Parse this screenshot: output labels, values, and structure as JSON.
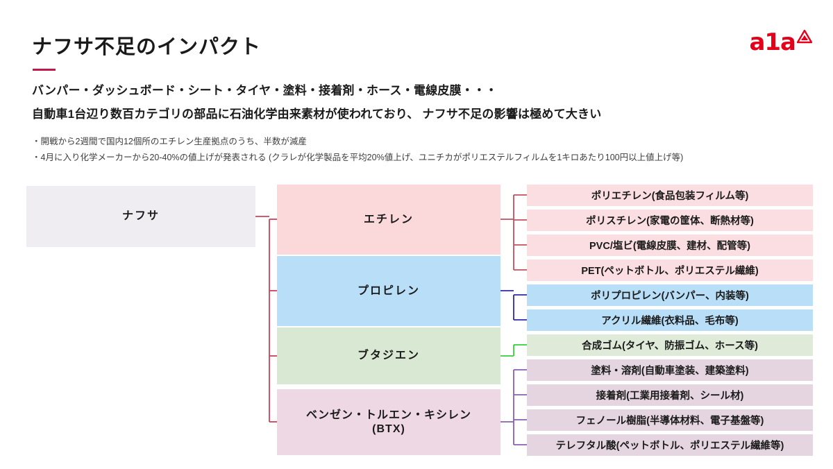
{
  "header": {
    "title": "ナフサ不足のインパクト",
    "logo_text": "a1a",
    "logo_mark": "triangle-emblem",
    "accent_color": "#c3174b",
    "logo_color": "#e2001a"
  },
  "lead": {
    "line1": "バンパー・ダッシュボード・シート・タイヤ・塗料・接着剤・ホース・電線皮膜・・・",
    "line2": "自動車1台辺り数百カテゴリの部品に石油化学由来素材が使われており、 ナフサ不足の影響は極めて大きい"
  },
  "notes": [
    "・開戦から2週間で国内12個所のエチレン生産拠点のうち、半数が減産",
    "・4月に入り化学メーカーから20-40%の値上げが発表される (クラレが化学製品を平均20%値上げ、ユニチカがポリエステルフィルムを1キロあたり100円以上値上げ等)"
  ],
  "diagram": {
    "root": {
      "label": "ナフサ",
      "color": "#efedf1"
    },
    "branches": [
      {
        "label": "エチレン",
        "color": "#fbd8da",
        "connector_color": "#c0505e",
        "products": [
          "ポリエチレン(食品包装フィルム等)",
          "ポリスチレン(家電の筐体、断熱材等)",
          "PVC/塩ビ(電線皮膜、建材、配管等)",
          "PET(ペットボトル、ポリエステル繊維)"
        ]
      },
      {
        "label": "プロピレン",
        "color": "#b8def8",
        "connector_color": "#2a2aa8",
        "products": [
          "ポリプロピレン(バンパー、内装等)",
          "アクリル繊維(衣料品、毛布等)"
        ]
      },
      {
        "label": "ブタジエン",
        "color": "#d8e8d2",
        "connector_color": "#35d13a",
        "products": [
          "合成ゴム(タイヤ、防振ゴム、ホース等)"
        ]
      },
      {
        "label": "ベンゼン・トルエン・キシレン\n(BTX)",
        "label_line1": "ベンゼン・トルエン・キシレン",
        "label_line2": "(BTX)",
        "color": "#eed8e3",
        "connector_color": "#8a5fb0",
        "products": [
          "塗料・溶剤(自動車塗装、建築塗料)",
          "接着剤(工業用接着剤、シール材)",
          "フェノール樹脂(半導体材料、電子基盤等)",
          "テレフタル酸(ペットボトル、ポリエステル繊維等)"
        ]
      }
    ],
    "root_connector_color": "#c9435a"
  }
}
